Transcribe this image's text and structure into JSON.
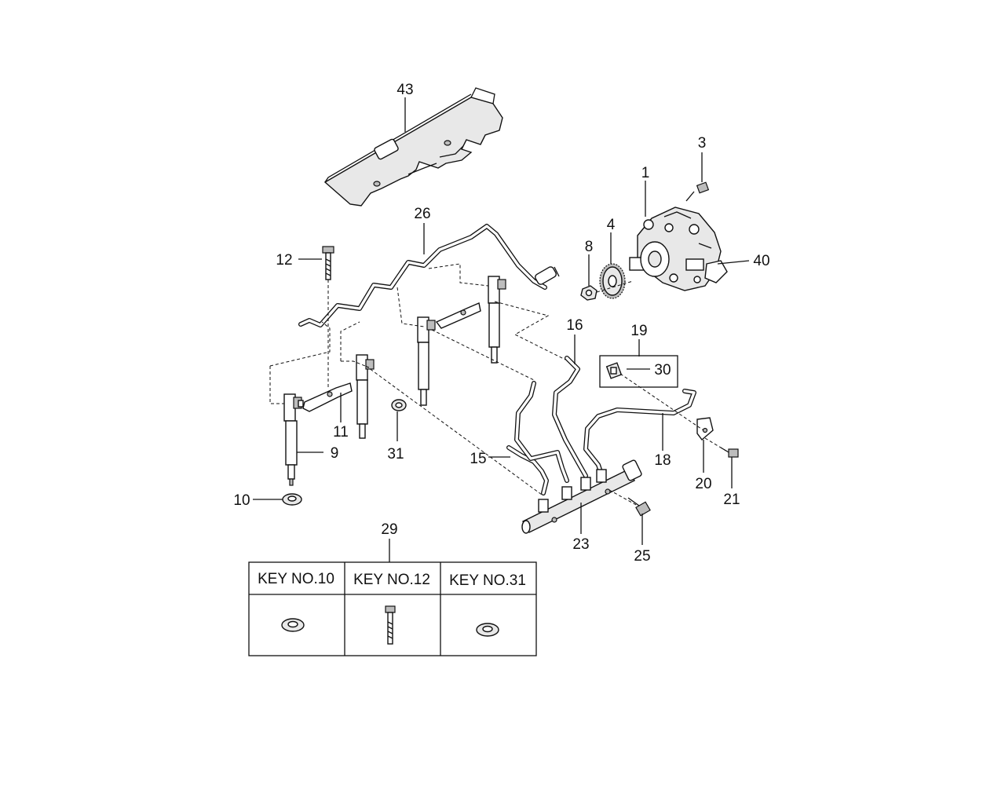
{
  "callouts": {
    "c1": "1",
    "c3": "3",
    "c4": "4",
    "c8": "8",
    "c9": "9",
    "c10": "10",
    "c11": "11",
    "c12": "12",
    "c15": "15",
    "c16": "16",
    "c18": "18",
    "c19": "19",
    "c20": "20",
    "c21": "21",
    "c23": "23",
    "c25": "25",
    "c26": "26",
    "c29": "29",
    "c30": "30",
    "c31": "31",
    "c40": "40",
    "c43": "43"
  },
  "key_table": {
    "headers": [
      "KEY NO.10",
      "KEY NO.12",
      "KEY NO.31"
    ]
  },
  "colors": {
    "ink": "#111111",
    "background": "#ffffff"
  }
}
